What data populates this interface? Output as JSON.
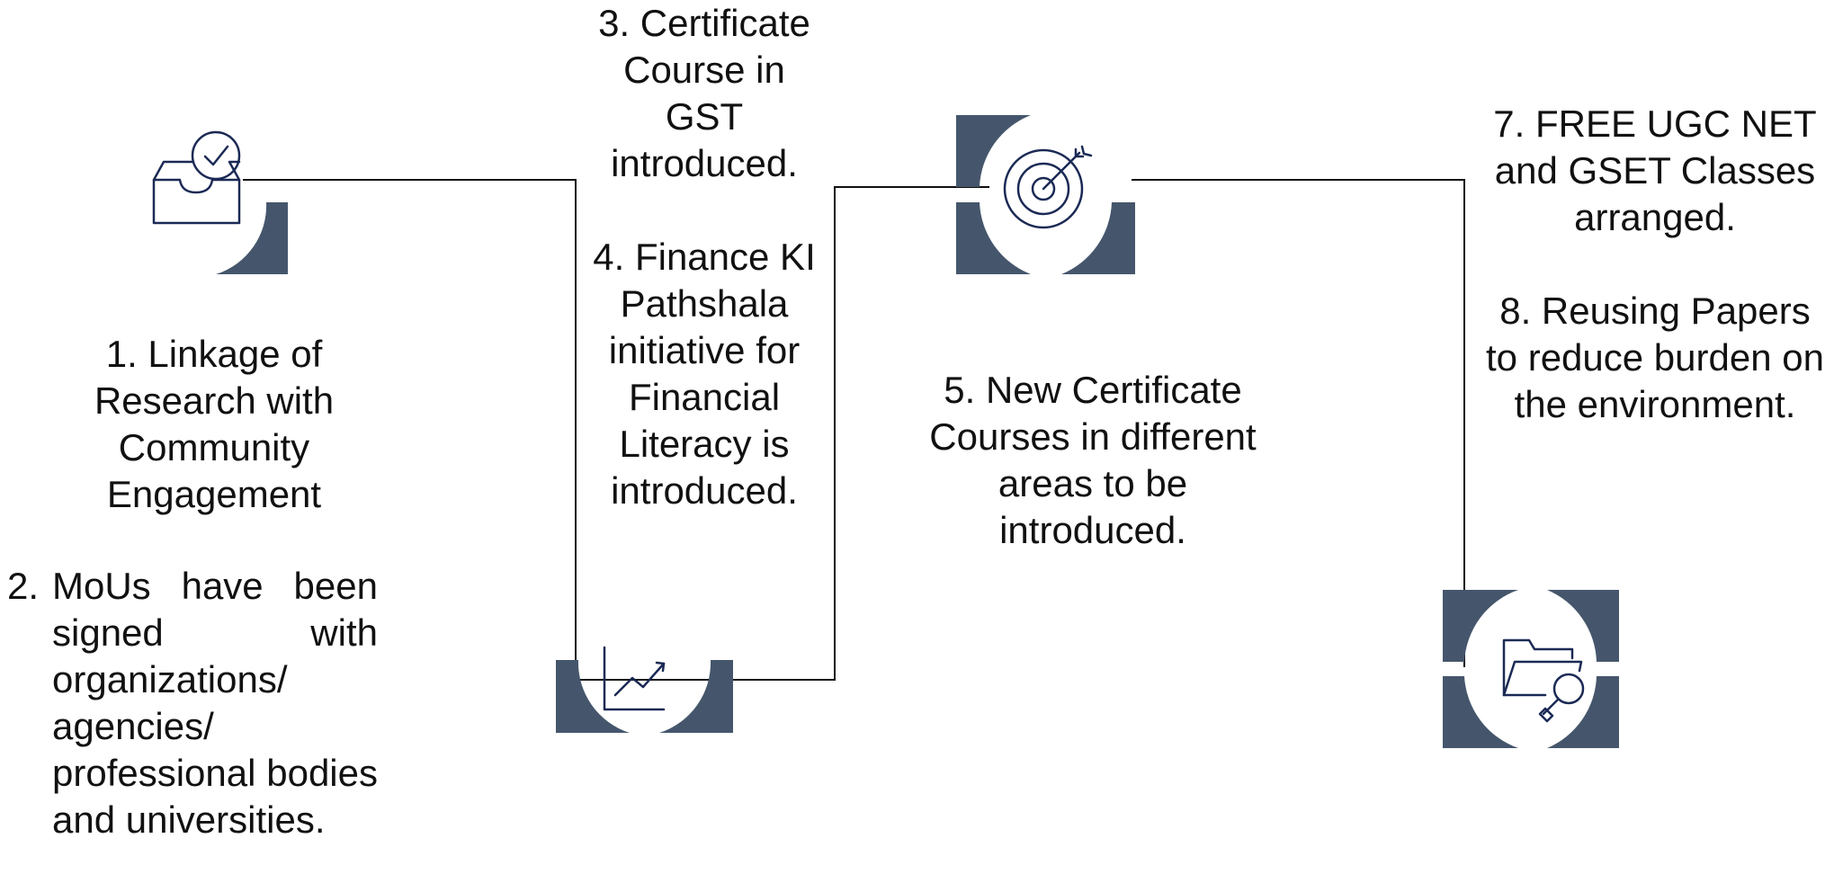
{
  "colors": {
    "shape_fill": "#45566c",
    "icon_stroke": "#1b2a55",
    "connector": "#111111",
    "text": "#111111"
  },
  "icons": [
    "inbox-check-icon",
    "chart-trend-icon",
    "target-arrow-icon",
    "folder-search-icon"
  ],
  "blocks": {
    "left": {
      "item1": "1.  Linkage of Research with Community Engagement",
      "item2_number": "2.",
      "item2": "MoUs have been signed with organizations/ agencies/ professional bodies and universities."
    },
    "center": {
      "item3": "3. Certificate Course in GST introduced.",
      "item4": "4. Finance KI Pathshala initiative for Financial Literacy is introduced."
    },
    "middle": {
      "item5": "5. New Certificate Courses in different areas to be introduced."
    },
    "right": {
      "item7": "7. FREE UGC NET and GSET Classes arranged.",
      "item8": "8. Reusing Papers to reduce burden on the environment."
    }
  }
}
